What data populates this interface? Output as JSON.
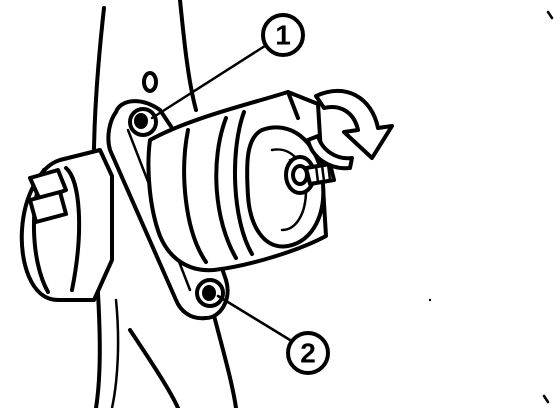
{
  "callouts": [
    {
      "label": "1",
      "target": "upper-mounting-bolt"
    },
    {
      "label": "2",
      "target": "lower-mounting-bolt"
    }
  ],
  "colors": {
    "ink": "#000000",
    "background": "#ffffff"
  },
  "icons": {
    "rotation_arrow": "curved-rotation-arrow-icon"
  }
}
